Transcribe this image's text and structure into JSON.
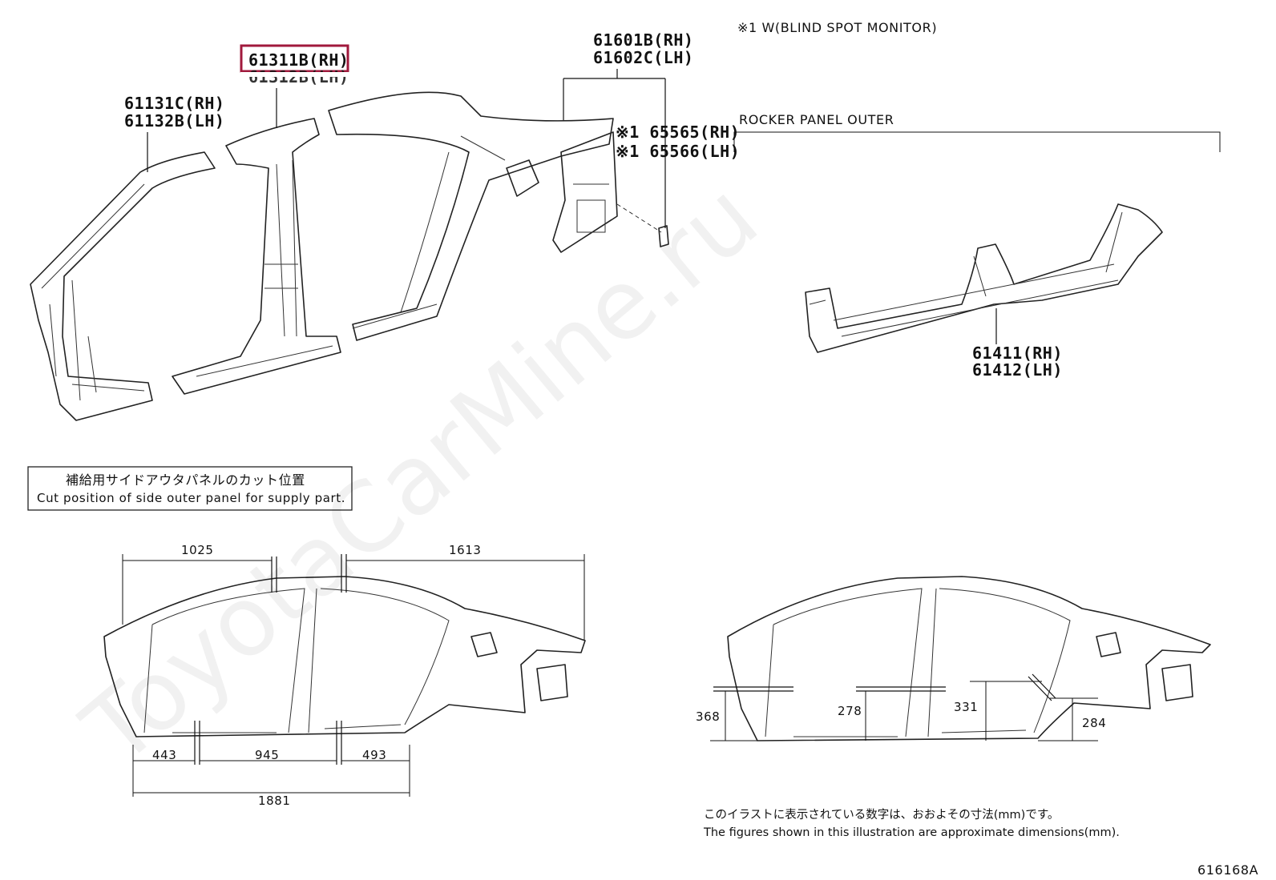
{
  "parts": {
    "highlighted_rh": "61311B(RH)",
    "highlighted_lh": "61312B(LH)",
    "front_pillar_rh": "61131C(RH)",
    "front_pillar_lh": "61132B(LH)",
    "quarter_panel_rh": "61601B(RH)",
    "quarter_panel_lh": "61602C(LH)",
    "bracket_rh": "※1 65565(RH)",
    "bracket_lh": "※1 65566(LH)",
    "rocker_rh": "61411(RH)",
    "rocker_lh": "61412(LH)"
  },
  "footnote_marker": "※1 W(BLIND SPOT MONITOR)",
  "rocker_panel_title": "ROCKER PANEL OUTER",
  "cut_box": {
    "jp": "補給用サイドアウタパネルのカット位置",
    "en": "Cut position of side outer panel for supply part."
  },
  "dimensions": {
    "top_left": "1025",
    "top_right": "1613",
    "bottom_left": "443",
    "bottom_mid": "945",
    "bottom_right": "493",
    "bottom_total": "1881",
    "height_front": "368",
    "height_center_front": "278",
    "height_center_rear": "331",
    "height_rear": "284"
  },
  "notes": {
    "jp": "このイラストに表示されている数字は、おおよその寸法(mm)です。",
    "en": "The figures shown in this illustration are approximate dimensions(mm)."
  },
  "illustration_id": "616168A",
  "watermark": "ToyotaCarMine.ru",
  "colors": {
    "highlight": "#a0193c",
    "line": "#222222"
  }
}
